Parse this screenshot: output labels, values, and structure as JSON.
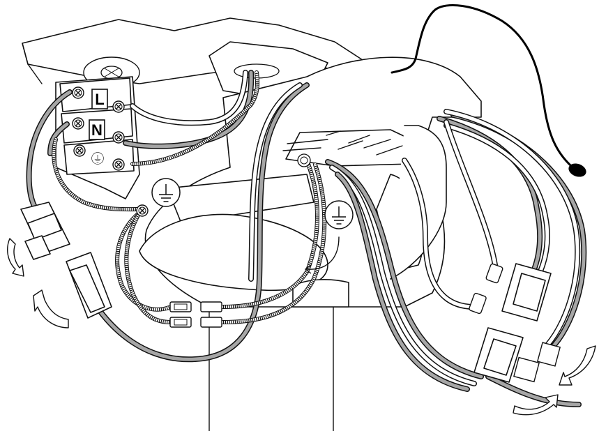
{
  "terminal_block": {
    "labels": [
      "L",
      "N"
    ]
  },
  "symbols": {
    "ground": "earth-ground-symbol",
    "screw": "screw-icon",
    "rotate_arrow": "rotate-arrow-icon"
  },
  "colors": {
    "line": "#111111",
    "wire_core": "#a6a6a6",
    "background": "#ffffff",
    "sensor_cable": "#000000"
  }
}
